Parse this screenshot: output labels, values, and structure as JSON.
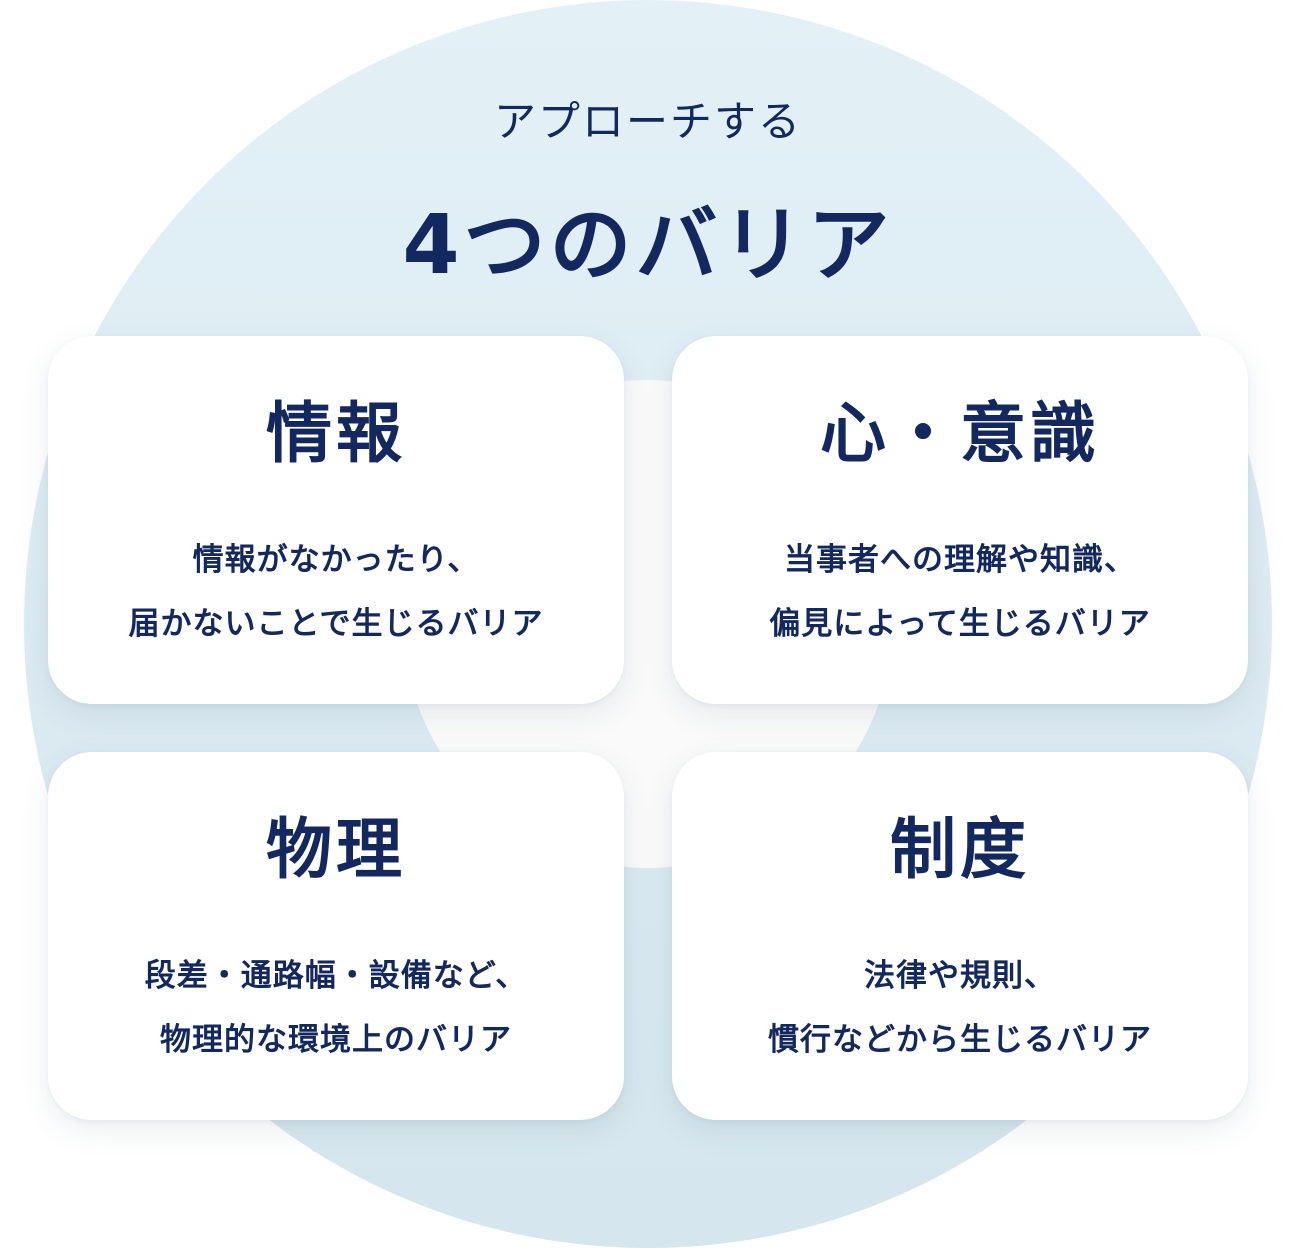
{
  "header": {
    "subtitle": "アプローチする",
    "title": "4つのバリア"
  },
  "cards": [
    {
      "title": "情報",
      "lines": [
        "情報がなかったり、",
        "届かないことで生じるバリア"
      ]
    },
    {
      "title": "心・意識",
      "lines": [
        "当事者への理解や知識、",
        "偏見によって生じるバリア"
      ]
    },
    {
      "title": "物理",
      "lines": [
        "段差・通路幅・設備など、",
        "物理的な環境上のバリア"
      ]
    },
    {
      "title": "制度",
      "lines": [
        "法律や規則、",
        "慣行などから生じるバリア"
      ]
    }
  ],
  "colors": {
    "text": "#13285e",
    "circle": "#dcebf2",
    "inner_disc": "#fafafa",
    "card": "#ffffff"
  }
}
